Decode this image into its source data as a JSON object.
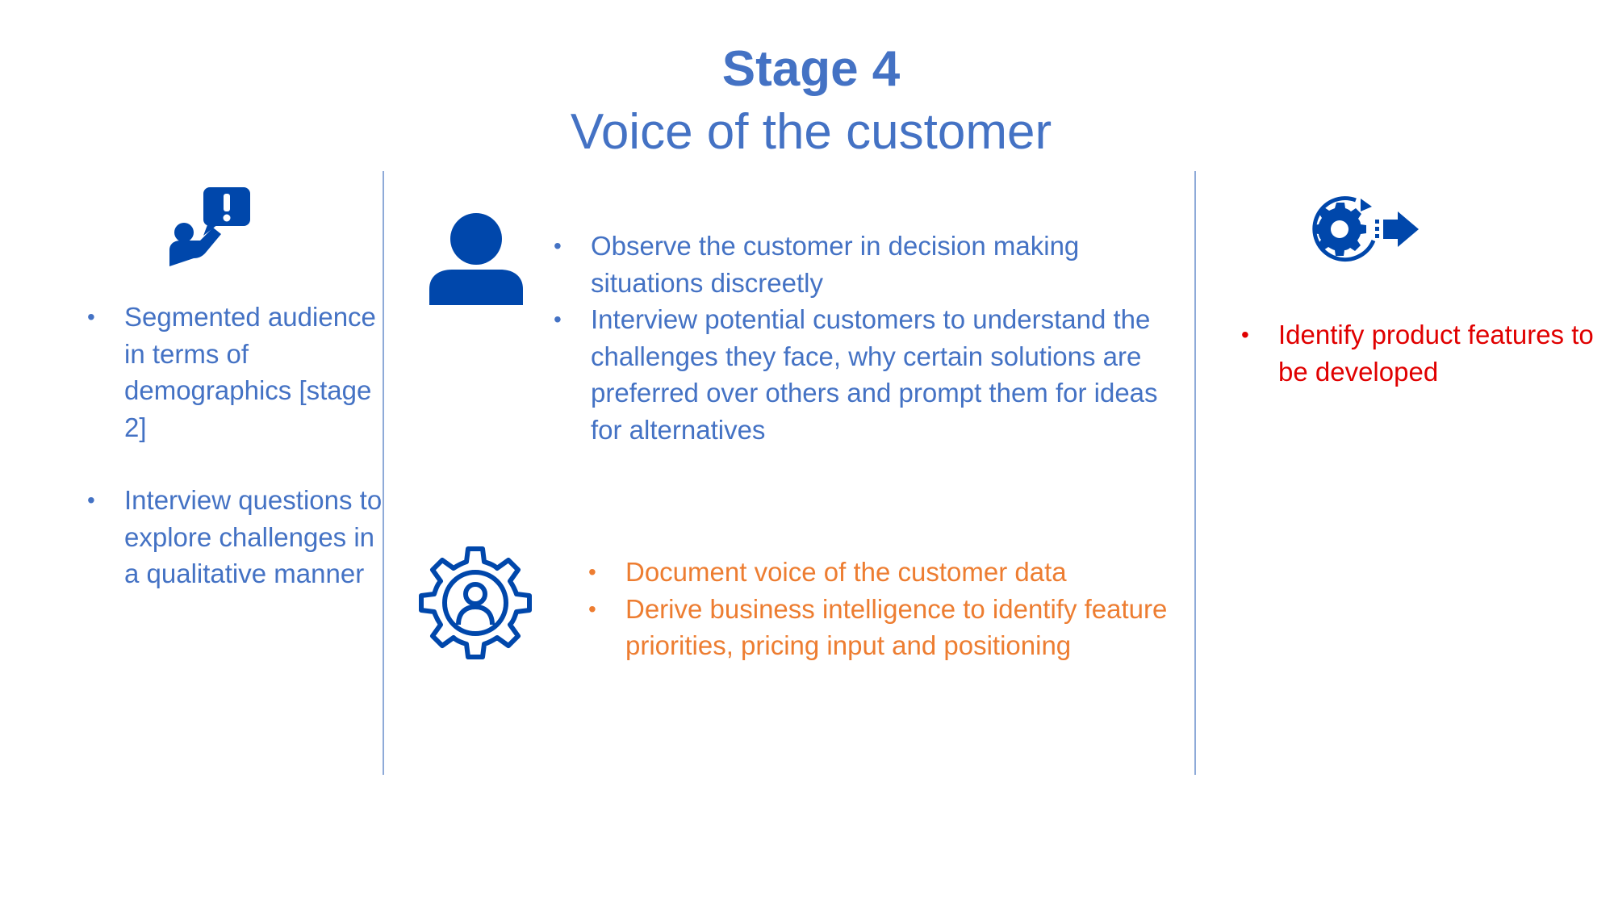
{
  "slide": {
    "title_line1": "Stage 4",
    "title_line2": "Voice of the customer"
  },
  "colors": {
    "title": "#4472C4",
    "blue_text": "#4472C4",
    "orange_text": "#ED7D31",
    "red_text": "#E00000",
    "icon_fill": "#0047AB",
    "divider": "#8EAAD8"
  },
  "left_column": {
    "icon": "person-with-exclamation-speech-bubble-icon",
    "bullets": [
      "Segmented audience in terms of demographics [stage 2]",
      "Interview questions to explore challenges in a qualitative manner"
    ]
  },
  "middle_column": {
    "top_icon": "user-icon",
    "top_bullets": [
      "Observe the customer in decision making situations discreetly",
      "Interview potential customers to understand the challenges they face, why certain solutions are preferred over others and prompt them for ideas for alternatives"
    ],
    "bottom_icon": "gear-with-user-icon",
    "bottom_bullets": [
      "Document voice of the customer data",
      "Derive business intelligence to identify feature priorities, pricing input and positioning"
    ]
  },
  "right_column": {
    "icon": "gear-arrow-process-icon",
    "bullets": [
      "Identify product features to be developed"
    ]
  },
  "bullet_glyph": "•"
}
